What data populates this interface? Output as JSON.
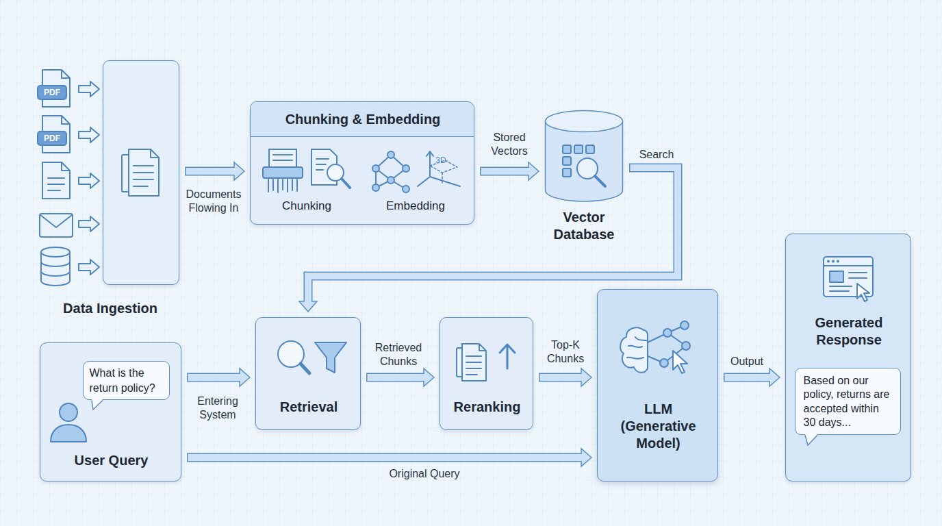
{
  "diagram": {
    "nodes": [
      {
        "text": [
          "Data Ingestion"
        ]
      },
      {
        "text": [
          "Chunking & Embedding",
          "Chunking",
          "Embedding"
        ]
      },
      {
        "text": [
          "Vector Database"
        ]
      },
      {
        "text": [
          "User Query"
        ]
      },
      {
        "text": [
          "What is the return policy?"
        ],
        "in": 3
      },
      {
        "text": [
          "Retrieval"
        ]
      },
      {
        "text": [
          "Reranking"
        ]
      },
      {
        "text": [
          "LLM (Generative Model)"
        ]
      },
      {
        "text": [
          "Generated Response"
        ]
      },
      {
        "text": [
          "Based on our policy, returns are accepted within 30 days..."
        ],
        "in": 8
      }
    ],
    "edges": [
      {
        "from": 0,
        "to": 1,
        "label": "Documents Flowing In",
        "arrow": "to"
      },
      {
        "from": 1,
        "to": 2,
        "label": "Stored Vectors",
        "arrow": "to"
      },
      {
        "from": 2,
        "to": 5,
        "label": "Search",
        "arrow": "to"
      },
      {
        "from": 3,
        "to": 5,
        "label": "Entering System",
        "arrow": "to"
      },
      {
        "from": 5,
        "to": 6,
        "label": "Retrieved Chunks",
        "arrow": "to"
      },
      {
        "from": 6,
        "to": 7,
        "label": "Top-K Chunks",
        "arrow": "to"
      },
      {
        "from": 7,
        "to": 8,
        "label": "Output",
        "arrow": "to"
      },
      {
        "from": 3,
        "to": 7,
        "label": "Original Query",
        "arrow": "to"
      }
    ],
    "labels": [
      "PDF",
      "PDF",
      "3D"
    ]
  }
}
